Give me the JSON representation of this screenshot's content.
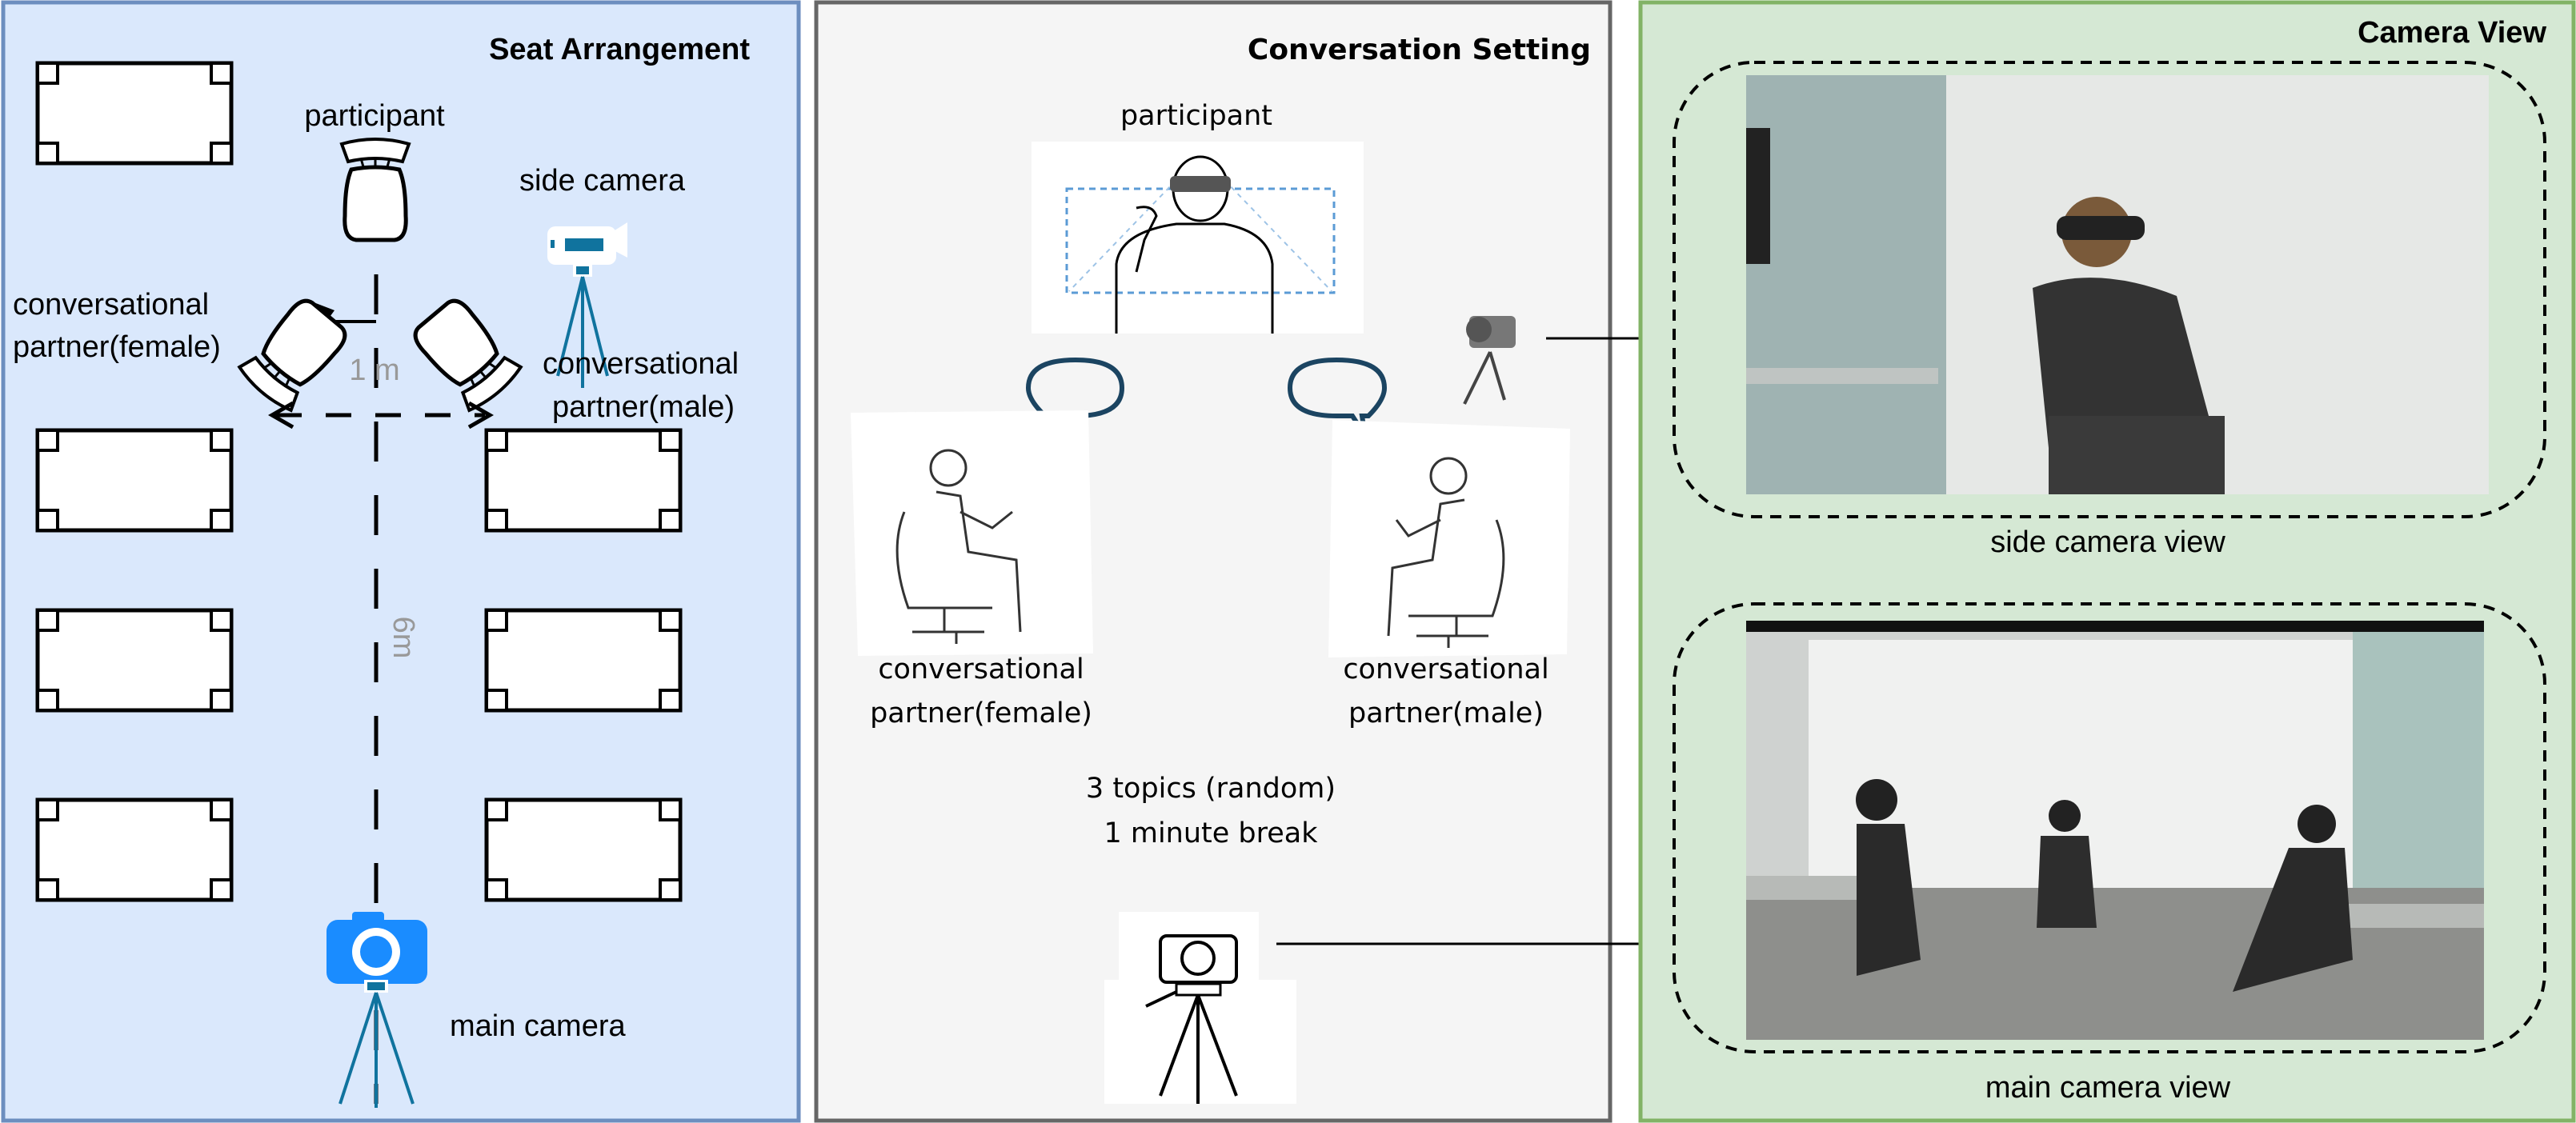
{
  "seat_arrangement": {
    "title": "Seat Arrangement",
    "participant": "participant",
    "side_camera": "side camera",
    "female_line1": "conversational",
    "female_line2": "partner(female)",
    "male_line1": "conversational",
    "male_line2": "partner(male)",
    "distance_partners": "1 m",
    "distance_camera": "6m",
    "main_camera": "main camera"
  },
  "conversation_setting": {
    "title": "Conversation Setting",
    "participant": "participant",
    "female_line1": "conversational",
    "female_line2": "partner(female)",
    "male_line1": "conversational",
    "male_line2": "partner(male)",
    "topics": "3 topics (random)",
    "break": "1 minute break"
  },
  "camera_view": {
    "title": "Camera View",
    "side_caption": "side camera view",
    "main_caption": "main camera  view"
  },
  "colors": {
    "seat_panel_fill": "#dae8fc",
    "seat_panel_border": "#6c8ebf",
    "conversation_panel_fill": "#f5f5f5",
    "conversation_panel_border": "#666666",
    "camera_panel_fill": "#d5e8d4",
    "camera_panel_border": "#82b366",
    "camera_icon_blue": "#1a8cff",
    "tripod_teal": "#10739e",
    "speech_bubble": "#1b4461"
  }
}
